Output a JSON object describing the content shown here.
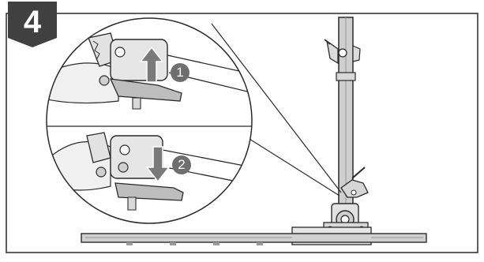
{
  "step": {
    "number": "4"
  },
  "callouts": [
    {
      "label": "1",
      "direction": "up",
      "icon": "arrow-up-icon"
    },
    {
      "label": "2",
      "direction": "down",
      "icon": "arrow-down-icon"
    }
  ],
  "colors": {
    "badge": "#404040",
    "line": "#2a2a2a",
    "callout": "#6e6e6e",
    "arrow": "#7a7a7a",
    "pole": "#c8c8c8"
  }
}
